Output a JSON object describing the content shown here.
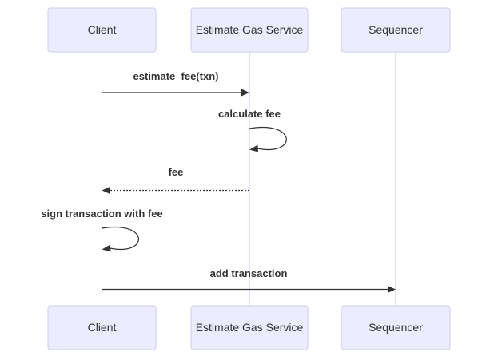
{
  "diagram": {
    "type": "sequence",
    "actors": [
      {
        "id": "client",
        "label": "Client"
      },
      {
        "id": "estimate-gas-service",
        "label": "Estimate Gas Service"
      },
      {
        "id": "sequencer",
        "label": "Sequencer"
      }
    ],
    "messages": [
      {
        "from": "client",
        "to": "estimate-gas-service",
        "label": "estimate_fee(txn)",
        "style": "solid-arrow"
      },
      {
        "from": "estimate-gas-service",
        "to": "estimate-gas-service",
        "label": "calculate fee",
        "style": "self-loop"
      },
      {
        "from": "estimate-gas-service",
        "to": "client",
        "label": "fee",
        "style": "dashed-arrow"
      },
      {
        "from": "client",
        "to": "client",
        "label": "sign transaction with fee",
        "style": "self-loop"
      },
      {
        "from": "client",
        "to": "sequencer",
        "label": "add transaction",
        "style": "solid-arrow"
      }
    ],
    "colors": {
      "actor_fill": "#ECECFF",
      "actor_border": "#CFCDE8",
      "lifeline": "#C9C2E8",
      "message": "#333333",
      "background": "#FFFFFF"
    }
  }
}
